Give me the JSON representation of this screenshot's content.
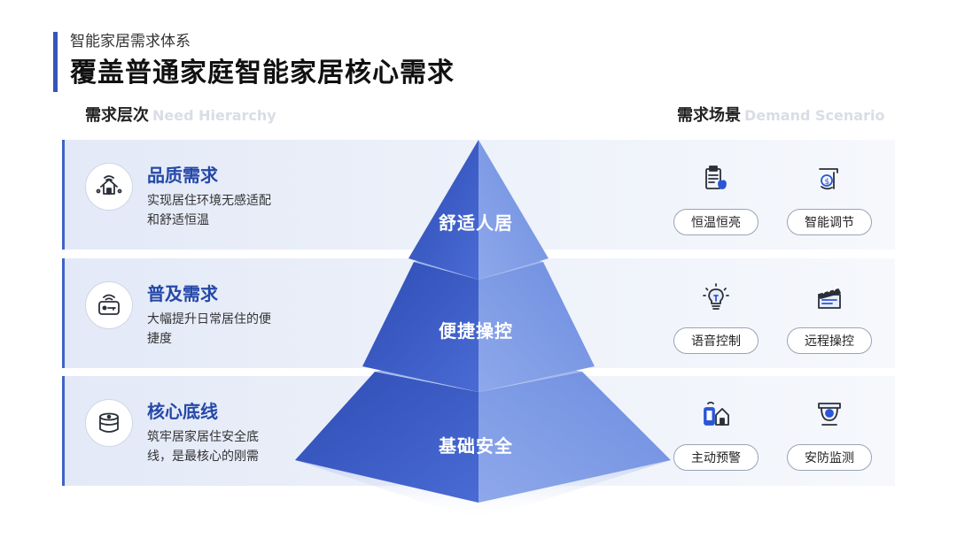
{
  "header": {
    "subtitle": "智能家居需求体系",
    "title": "覆盖普通家庭智能家居核心需求"
  },
  "hierarchy": {
    "title_cn": "需求层次",
    "title_en": "Need Hierarchy"
  },
  "scenario": {
    "title_cn": "需求场景",
    "title_en": "Demand Scenario"
  },
  "levels": [
    {
      "name": "品质需求",
      "desc": "实现居住环境无感适配和舒适恒温",
      "icon": "smart-home-icon"
    },
    {
      "name": "普及需求",
      "desc": "大幅提升日常居住的便捷度",
      "icon": "smart-lock-icon"
    },
    {
      "name": "核心底线",
      "desc": "筑牢居家居住安全底线，是最核心的刚需",
      "icon": "smart-speaker-icon"
    }
  ],
  "pyramid": {
    "top": "舒适人居",
    "middle": "便捷操控",
    "bottom": "基础安全"
  },
  "scenarios": [
    {
      "label": "恒温恒亮",
      "icon": "clipboard-apple-icon"
    },
    {
      "label": "智能调节",
      "icon": "hand-coin-icon"
    },
    {
      "label": "语音控制",
      "icon": "lightbulb-icon"
    },
    {
      "label": "远程操控",
      "icon": "clapperboard-icon"
    },
    {
      "label": "主动预警",
      "icon": "phone-house-icon"
    },
    {
      "label": "安防监测",
      "icon": "security-camera-icon"
    }
  ],
  "colors": {
    "accent": "#2548a8",
    "pyramid_dark": "#2f4fb8",
    "pyramid_light": "#6f8fe2",
    "band": "#e3e9f7"
  }
}
